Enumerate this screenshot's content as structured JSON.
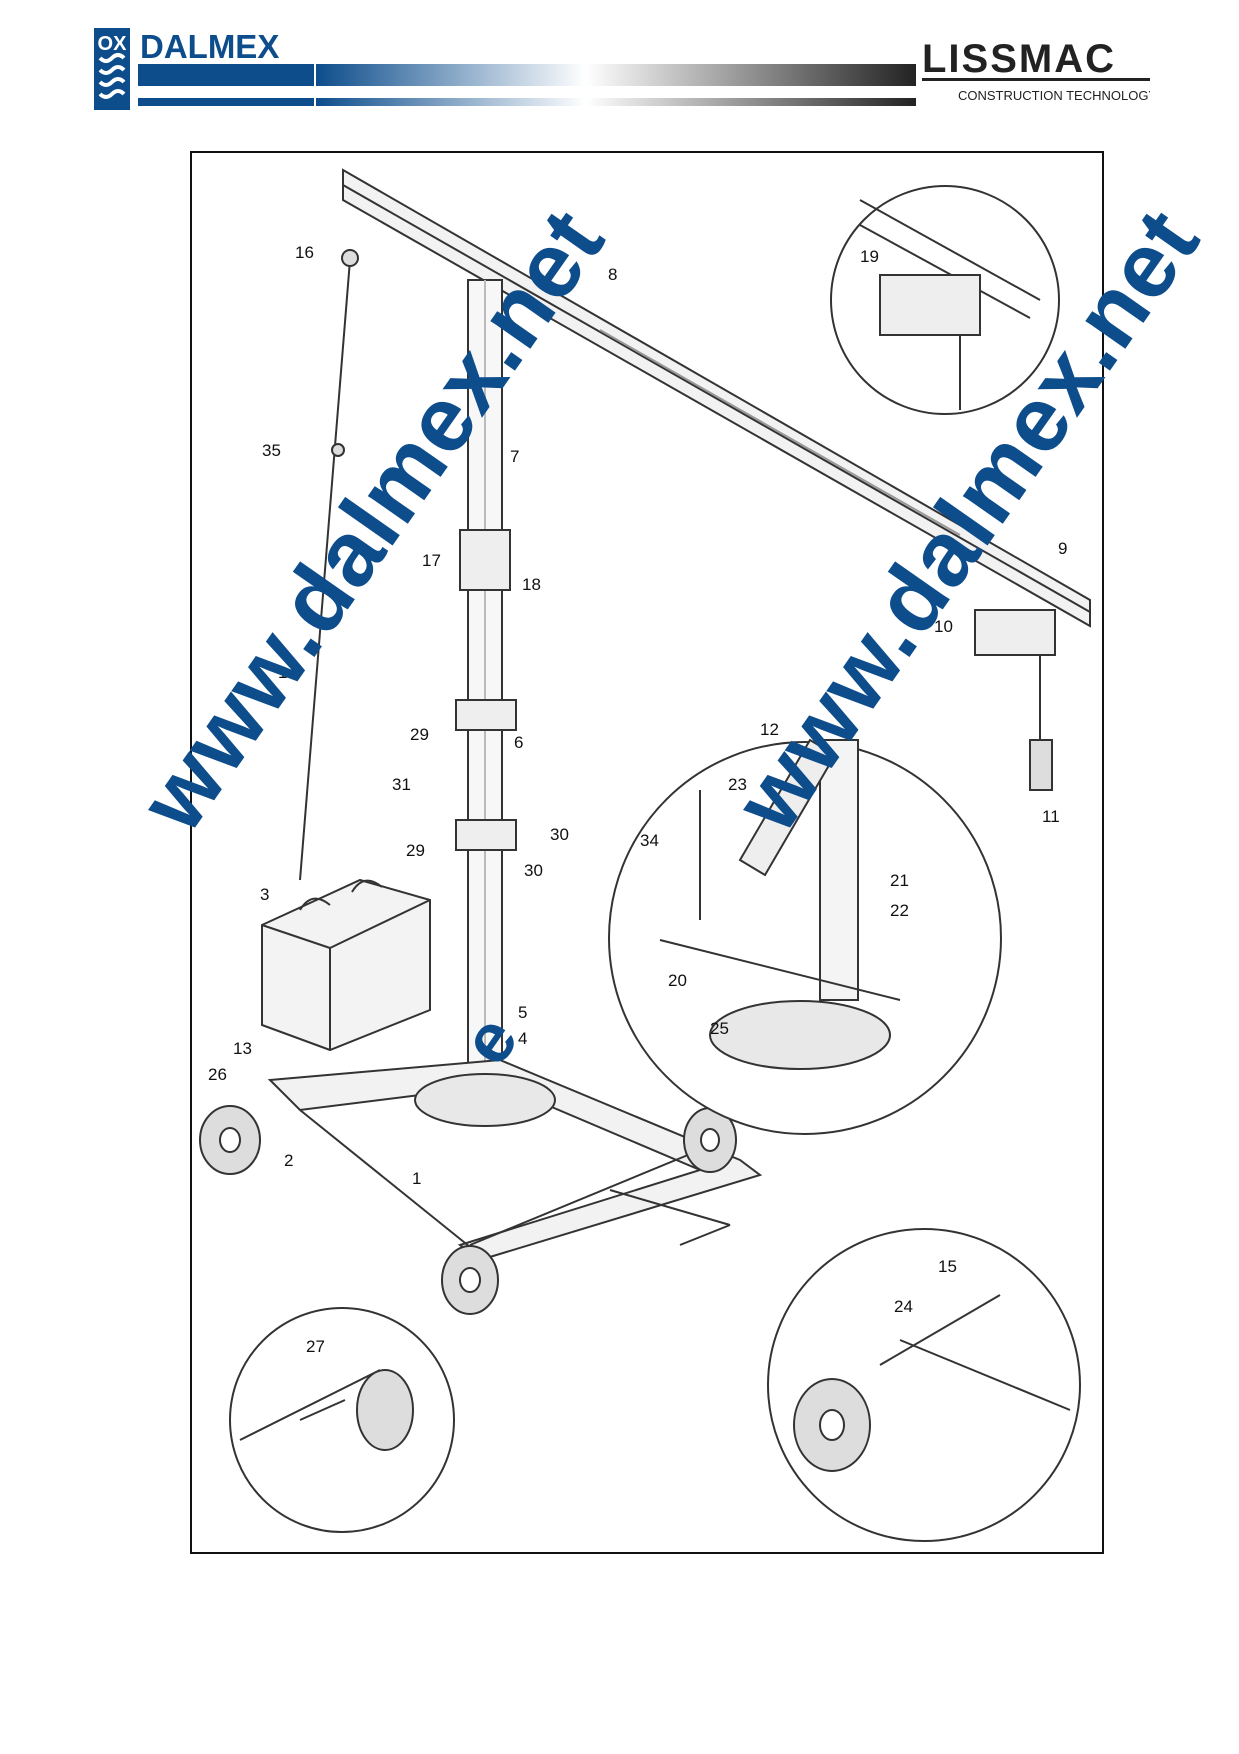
{
  "header": {
    "brand_left": "DALMEX",
    "brand_right": "LISSMAC",
    "brand_right_tagline": "CONSTRUCTION TECHNOLOGY",
    "colors": {
      "brand_blue": "#0d4d8c",
      "line": "#222222"
    },
    "icons": [
      "dalmex-emblem-icon",
      "lissmac-logo-icon"
    ]
  },
  "watermark": {
    "text": "www.dalmex.net",
    "fragment": "e"
  },
  "labels": [
    {
      "id": "16",
      "text": "16"
    },
    {
      "id": "8",
      "text": "8"
    },
    {
      "id": "19",
      "text": "19"
    },
    {
      "id": "35",
      "text": "35"
    },
    {
      "id": "7",
      "text": "7"
    },
    {
      "id": "17",
      "text": "17"
    },
    {
      "id": "18",
      "text": "18"
    },
    {
      "id": "9",
      "text": "9"
    },
    {
      "id": "10",
      "text": "10"
    },
    {
      "id": "14",
      "text": "14"
    },
    {
      "id": "29a",
      "text": "29"
    },
    {
      "id": "6",
      "text": "6"
    },
    {
      "id": "12",
      "text": "12"
    },
    {
      "id": "23",
      "text": "23"
    },
    {
      "id": "11",
      "text": "11"
    },
    {
      "id": "31",
      "text": "31"
    },
    {
      "id": "30a",
      "text": "30"
    },
    {
      "id": "29b",
      "text": "29"
    },
    {
      "id": "30b",
      "text": "30"
    },
    {
      "id": "34",
      "text": "34"
    },
    {
      "id": "21",
      "text": "21"
    },
    {
      "id": "22",
      "text": "22"
    },
    {
      "id": "3",
      "text": "3"
    },
    {
      "id": "20",
      "text": "20"
    },
    {
      "id": "5",
      "text": "5"
    },
    {
      "id": "4",
      "text": "4"
    },
    {
      "id": "25",
      "text": "25"
    },
    {
      "id": "13",
      "text": "13"
    },
    {
      "id": "26",
      "text": "26"
    },
    {
      "id": "2",
      "text": "2"
    },
    {
      "id": "1",
      "text": "1"
    },
    {
      "id": "15",
      "text": "15"
    },
    {
      "id": "24",
      "text": "24"
    },
    {
      "id": "27",
      "text": "27"
    }
  ]
}
